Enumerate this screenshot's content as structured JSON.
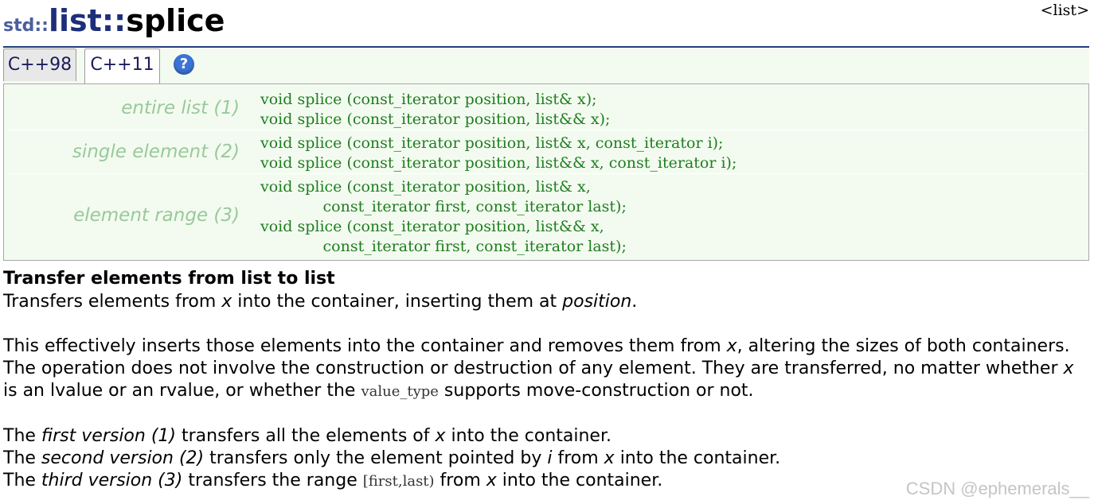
{
  "header": {
    "namespace": "std::",
    "class_name": "list",
    "separator": "::",
    "function_name": "splice",
    "header_tag": "<list>"
  },
  "tabs": [
    {
      "label": "C++98"
    },
    {
      "label": "C++11"
    }
  ],
  "help_icon": {
    "glyph": "?",
    "icon": "question-circle-icon",
    "color": "#3b74d8"
  },
  "prototypes": [
    {
      "label": "entire list (1)",
      "lines": [
        "void splice (const_iterator position, list& x);",
        "void splice (const_iterator position, list&& x);"
      ]
    },
    {
      "label": "single element (2)",
      "lines": [
        "void splice (const_iterator position, list& x, const_iterator i);",
        "void splice (const_iterator position, list&& x, const_iterator i);"
      ]
    },
    {
      "label": "element range (3)",
      "lines": [
        "void splice (const_iterator position, list& x,",
        "             const_iterator first, const_iterator last);",
        "void splice (const_iterator position, list&& x,",
        "             const_iterator first, const_iterator last);"
      ]
    }
  ],
  "description": {
    "heading": "Transfer elements from list to list",
    "p1": {
      "a": "Transfers elements from ",
      "x": "x",
      "b": " into the container, inserting them at ",
      "pos": "position",
      "c": "."
    },
    "p2": {
      "a": "This effectively inserts those elements into the container and removes them from ",
      "x1": "x",
      "b": ", altering the sizes of both containers. The operation does not involve the construction or destruction of any element. They are transferred, no matter whether ",
      "x2": "x",
      "c": " is an lvalue or an rvalue, or whether the ",
      "code": "value_type",
      "d": " supports move-construction or not."
    },
    "v1": {
      "a": "The ",
      "ver": "first version (1)",
      "b": " transfers all the elements of ",
      "x": "x",
      "c": " into the container."
    },
    "v2": {
      "a": "The ",
      "ver": "second version (2)",
      "b": " transfers only the element pointed by ",
      "i": "i",
      "c": " from ",
      "x": "x",
      "d": " into the container."
    },
    "v3": {
      "a": "The ",
      "ver": "third version (3)",
      "b": " transfers the range ",
      "range": "[first,last)",
      "c": " from ",
      "x": "x",
      "d": " into the container."
    }
  },
  "watermark": "CSDN @ephemerals__",
  "colors": {
    "code": "#1f7d1f",
    "label": "#99c99a",
    "title": "#1d2e7a",
    "box_bg": "#f3fbf0"
  }
}
